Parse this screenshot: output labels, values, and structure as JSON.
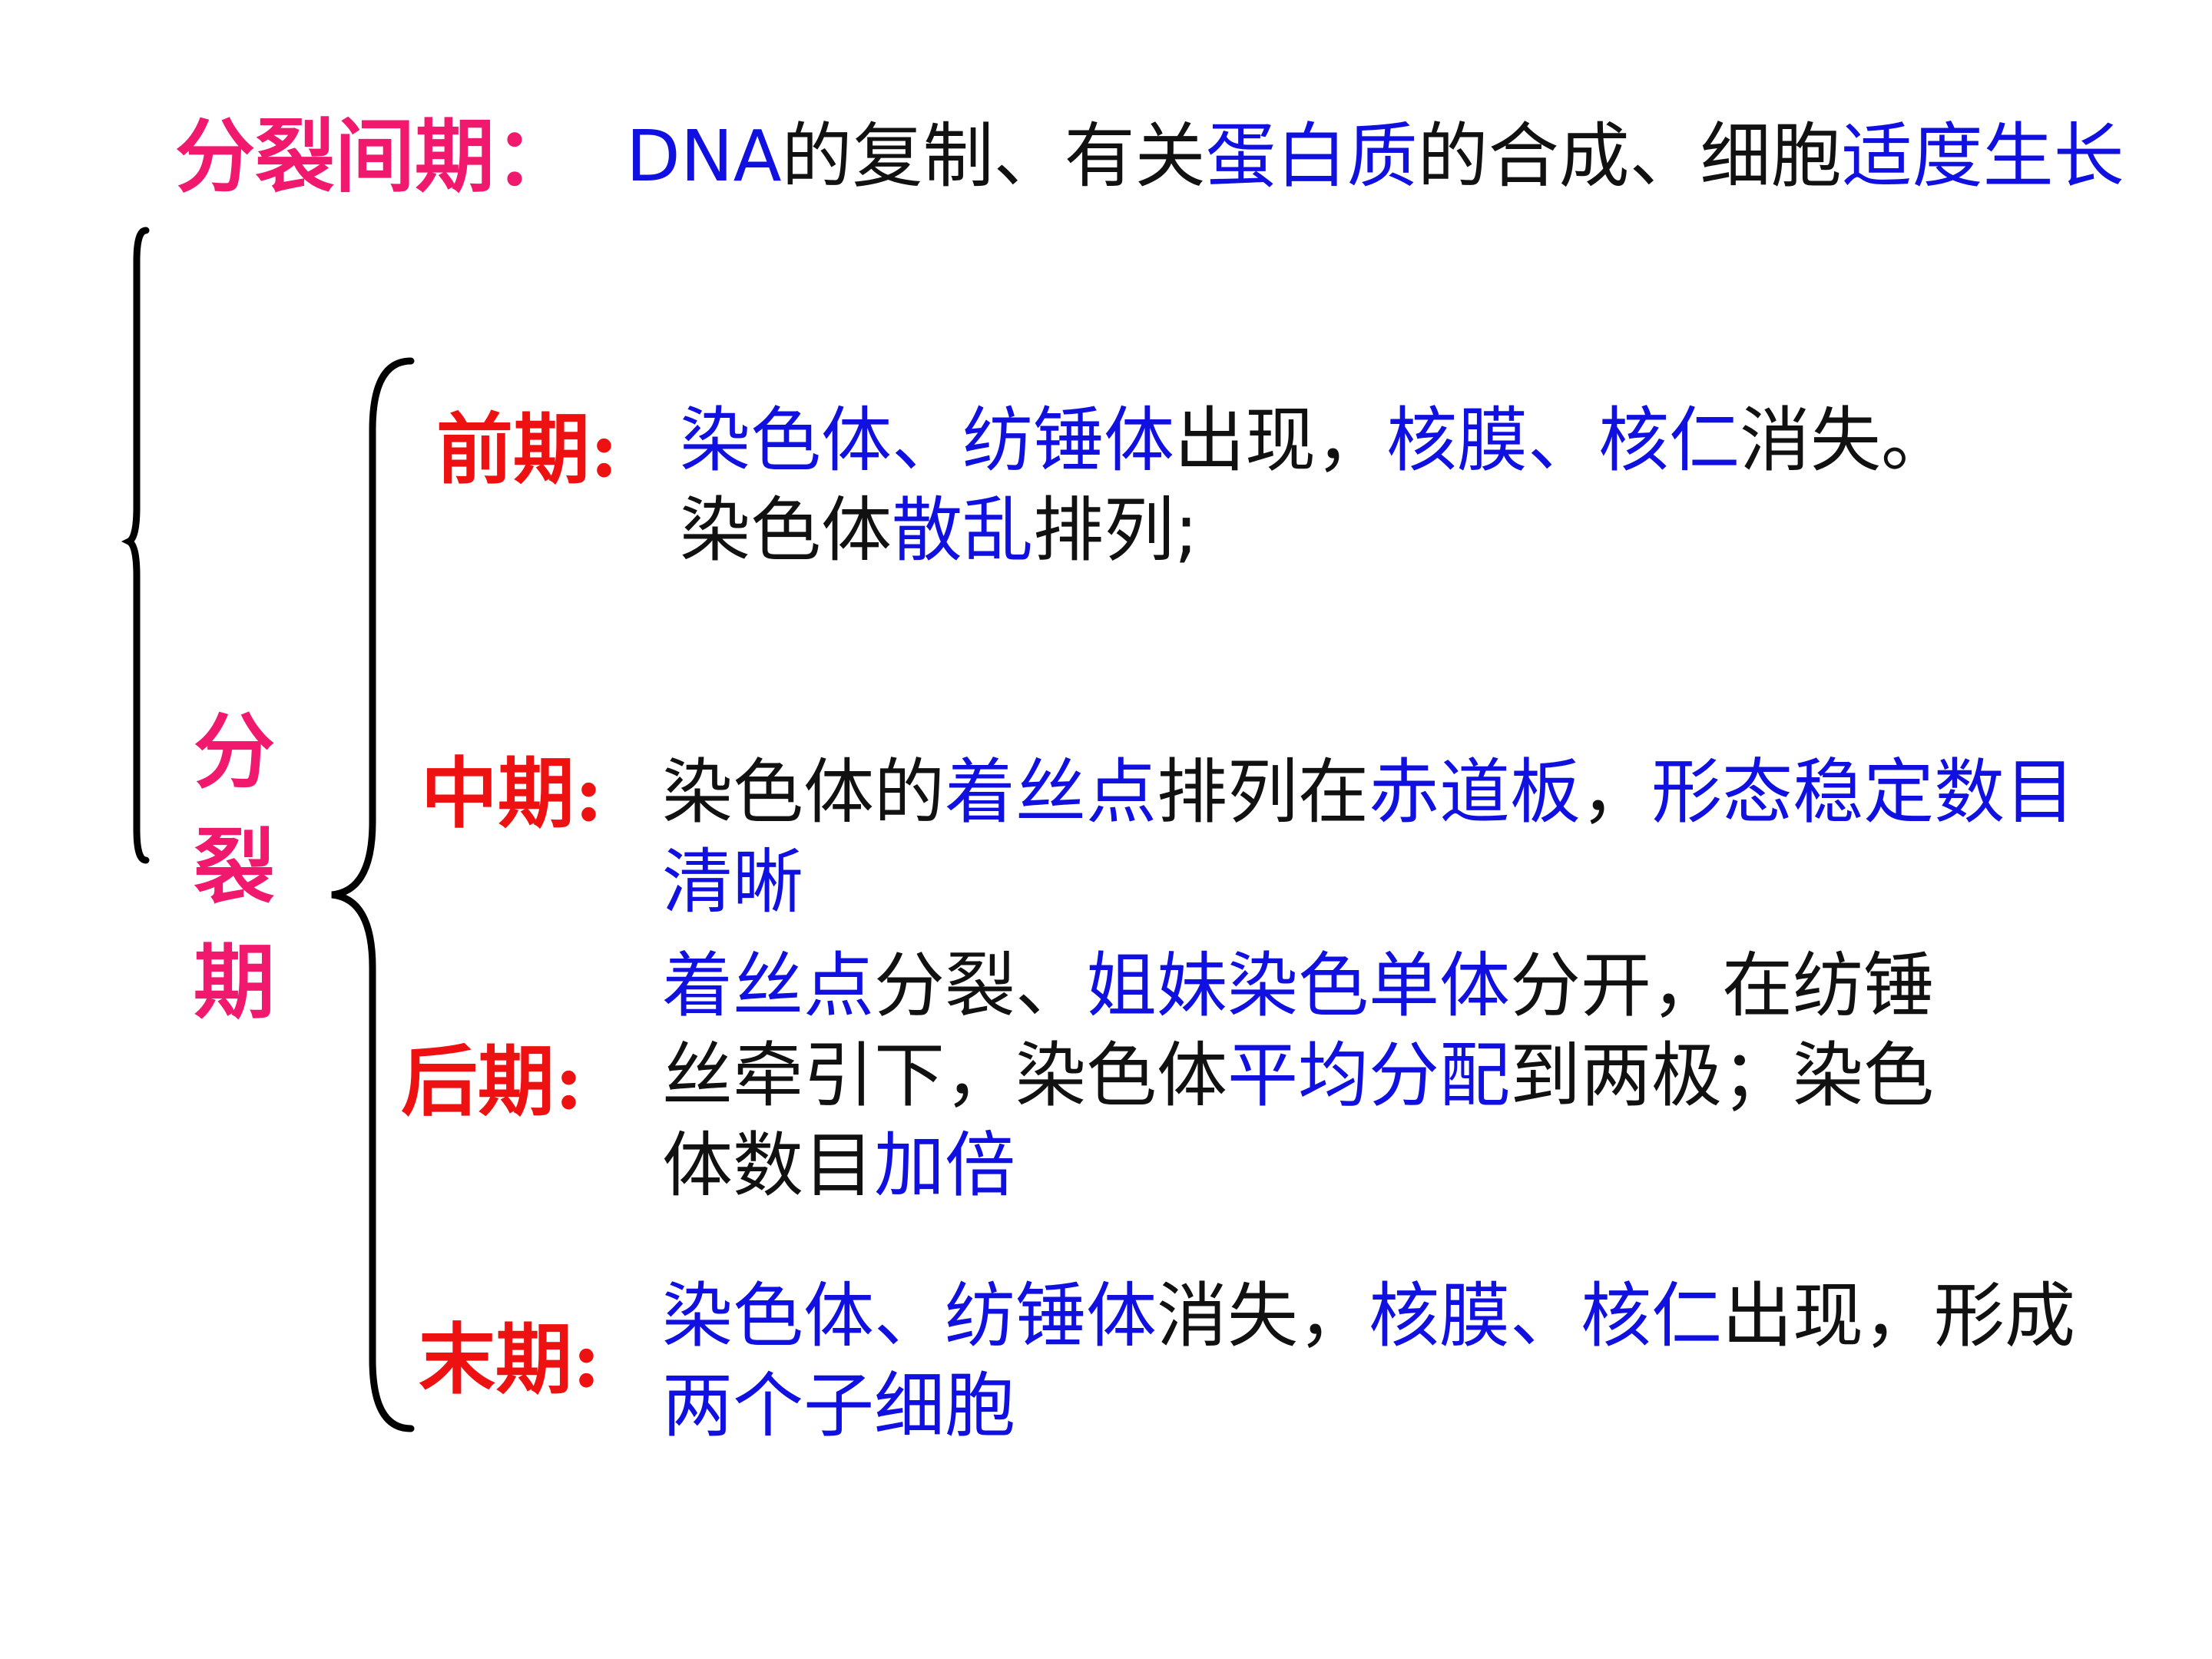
{
  "interphase": {
    "label": "分裂间期：",
    "segments": [
      {
        "text": "DNA",
        "color": "blue"
      },
      {
        "text": "的复制、有关",
        "color": "black"
      },
      {
        "text": "蛋白质",
        "color": "blue"
      },
      {
        "text": "的合成、细胞",
        "color": "black"
      },
      {
        "text": "适度生长",
        "color": "blue"
      }
    ]
  },
  "division": {
    "label_chars": [
      "分",
      "裂",
      "期"
    ]
  },
  "prophase": {
    "label": "前期:",
    "line1": [
      {
        "text": "染色体、纺锤体",
        "color": "blue"
      },
      {
        "text": "出现，",
        "color": "black"
      },
      {
        "text": "核膜、核仁",
        "color": "blue"
      },
      {
        "text": "消失。",
        "color": "black"
      }
    ],
    "line2": [
      {
        "text": "染色体",
        "color": "black"
      },
      {
        "text": "散乱",
        "color": "blue"
      },
      {
        "text": "排列;",
        "color": "black"
      }
    ]
  },
  "metaphase": {
    "label": "中期:",
    "line1": [
      {
        "text": "染色体的",
        "color": "black"
      },
      {
        "text": "着丝点",
        "color": "blue"
      },
      {
        "text": "排列在",
        "color": "black"
      },
      {
        "text": "赤道板",
        "color": "blue"
      },
      {
        "text": "，",
        "color": "black"
      },
      {
        "text": "形态稳定数目",
        "color": "blue"
      }
    ],
    "line2": [
      {
        "text": "清晰",
        "color": "blue"
      }
    ]
  },
  "anaphase": {
    "label": "后期:",
    "line1": [
      {
        "text": "着丝点",
        "color": "blue"
      },
      {
        "text": "分裂、",
        "color": "black"
      },
      {
        "text": "姐妹染色单体",
        "color": "blue"
      },
      {
        "text": "分开，在纺锤",
        "color": "black"
      }
    ],
    "line2": [
      {
        "text": "丝牵引下，染色体",
        "color": "black"
      },
      {
        "text": "平均分配",
        "color": "blue"
      },
      {
        "text": "到两极；染色",
        "color": "black"
      }
    ],
    "line3": [
      {
        "text": "体数目",
        "color": "black"
      },
      {
        "text": "加倍",
        "color": "blue"
      }
    ]
  },
  "telophase": {
    "label": "末期:",
    "line1": [
      {
        "text": "染色体、纺锤体",
        "color": "blue"
      },
      {
        "text": "消失，",
        "color": "black"
      },
      {
        "text": "核膜、核仁",
        "color": "blue"
      },
      {
        "text": "出现，形成",
        "color": "black"
      }
    ],
    "line2": [
      {
        "text": "两个子细胞",
        "color": "blue"
      }
    ]
  },
  "colors": {
    "blue": "#1010e0",
    "black": "#111111",
    "pink": "#f0196e",
    "red": "#ee1111"
  }
}
